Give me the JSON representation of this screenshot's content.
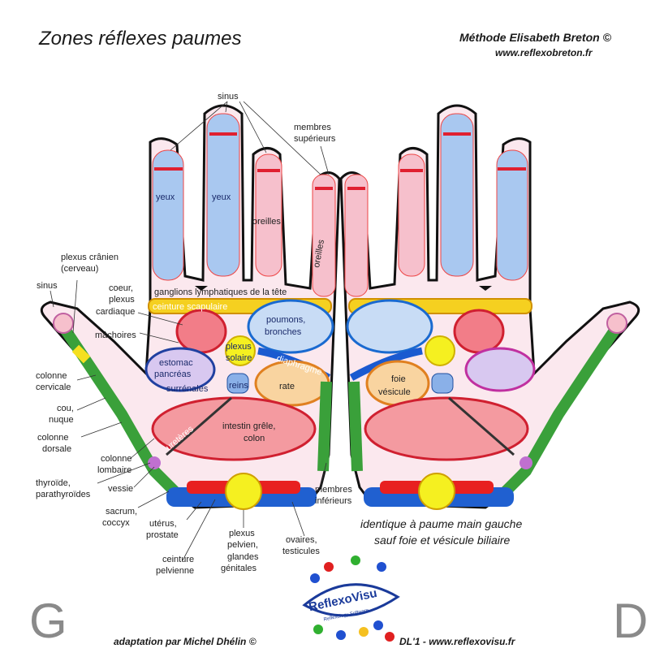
{
  "header": {
    "title": "Zones réflexes paumes",
    "method": "Méthode Elisabeth Breton ©",
    "method_url": "www.reflexobreton.fr"
  },
  "labels": {
    "sinus_top": "sinus",
    "membres_sup_1": "membres",
    "membres_sup_2": "supérieurs",
    "yeux1": "yeux",
    "yeux2": "yeux",
    "oreilles1": "oreilles",
    "oreilles2": "oreilles",
    "plexus_cranien_1": "plexus crânien",
    "plexus_cranien_2": "(cerveau)",
    "sinus_left": "sinus",
    "coeur_1": "coeur,",
    "coeur_2": "plexus",
    "coeur_3": "cardiaque",
    "ganglions": "ganglions lymphatiques de la tête",
    "ceinture_scap": "ceinture scapulaire",
    "poumons_1": "poumons,",
    "poumons_2": "bronches",
    "machoires": "mâchoires",
    "estomac_1": "estomac",
    "estomac_2": "pancréas",
    "plexus_solaire_1": "plexus",
    "plexus_solaire_2": "solaire",
    "diaphragme": "diaphragme",
    "colonne_cerv_1": "colonne",
    "colonne_cerv_2": "cervicale",
    "surrenales": "surrénales",
    "reins": "reins",
    "rate": "rate",
    "cou_1": "cou,",
    "cou_2": "nuque",
    "uretere": "uretères",
    "intestin_1": "intestin grêle,",
    "intestin_2": "colon",
    "colonne_dors_1": "colonne",
    "colonne_dors_2": "dorsale",
    "colonne_lomb_1": "colonne",
    "colonne_lomb_2": "lombaire",
    "thyroide_1": "thyroïde,",
    "thyroide_2": "parathyroïdes",
    "vessie": "vessie",
    "membres_inf_1": "membres",
    "membres_inf_2": "inférieurs",
    "sacrum_1": "sacrum,",
    "sacrum_2": "coccyx",
    "uterus_1": "utérus,",
    "uterus_2": "prostate",
    "plexus_pelv_1": "plexus",
    "plexus_pelv_2": "pelvien,",
    "plexus_pelv_3": "glandes",
    "plexus_pelv_4": "génitales",
    "ovaires_1": "ovaires,",
    "ovaires_2": "testicules",
    "ceinture_pelv_1": "ceinture",
    "ceinture_pelv_2": "pelvienne",
    "foie_1": "foie",
    "foie_2": "vésicule"
  },
  "notes": {
    "line1": "identique à paume main gauche",
    "line2": "sauf foie et vésicule biliaire"
  },
  "footer": {
    "left_letter": "G",
    "right_letter": "D",
    "adaptation": "adaptation   par Michel Dhélin ©",
    "dl": "DL'1 - www.reflexovisu.fr"
  },
  "logo": {
    "text": "ReflexoVisu",
    "sub": "Reflexology Software"
  },
  "colors": {
    "blue_zone": "#a9c8f0",
    "red_zone": "#f08a9a",
    "yellow_zone": "#f5e020",
    "green_zone": "#3aa03a",
    "orange_zone": "#f5a02a",
    "pink_palm": "#fbe8ee"
  }
}
